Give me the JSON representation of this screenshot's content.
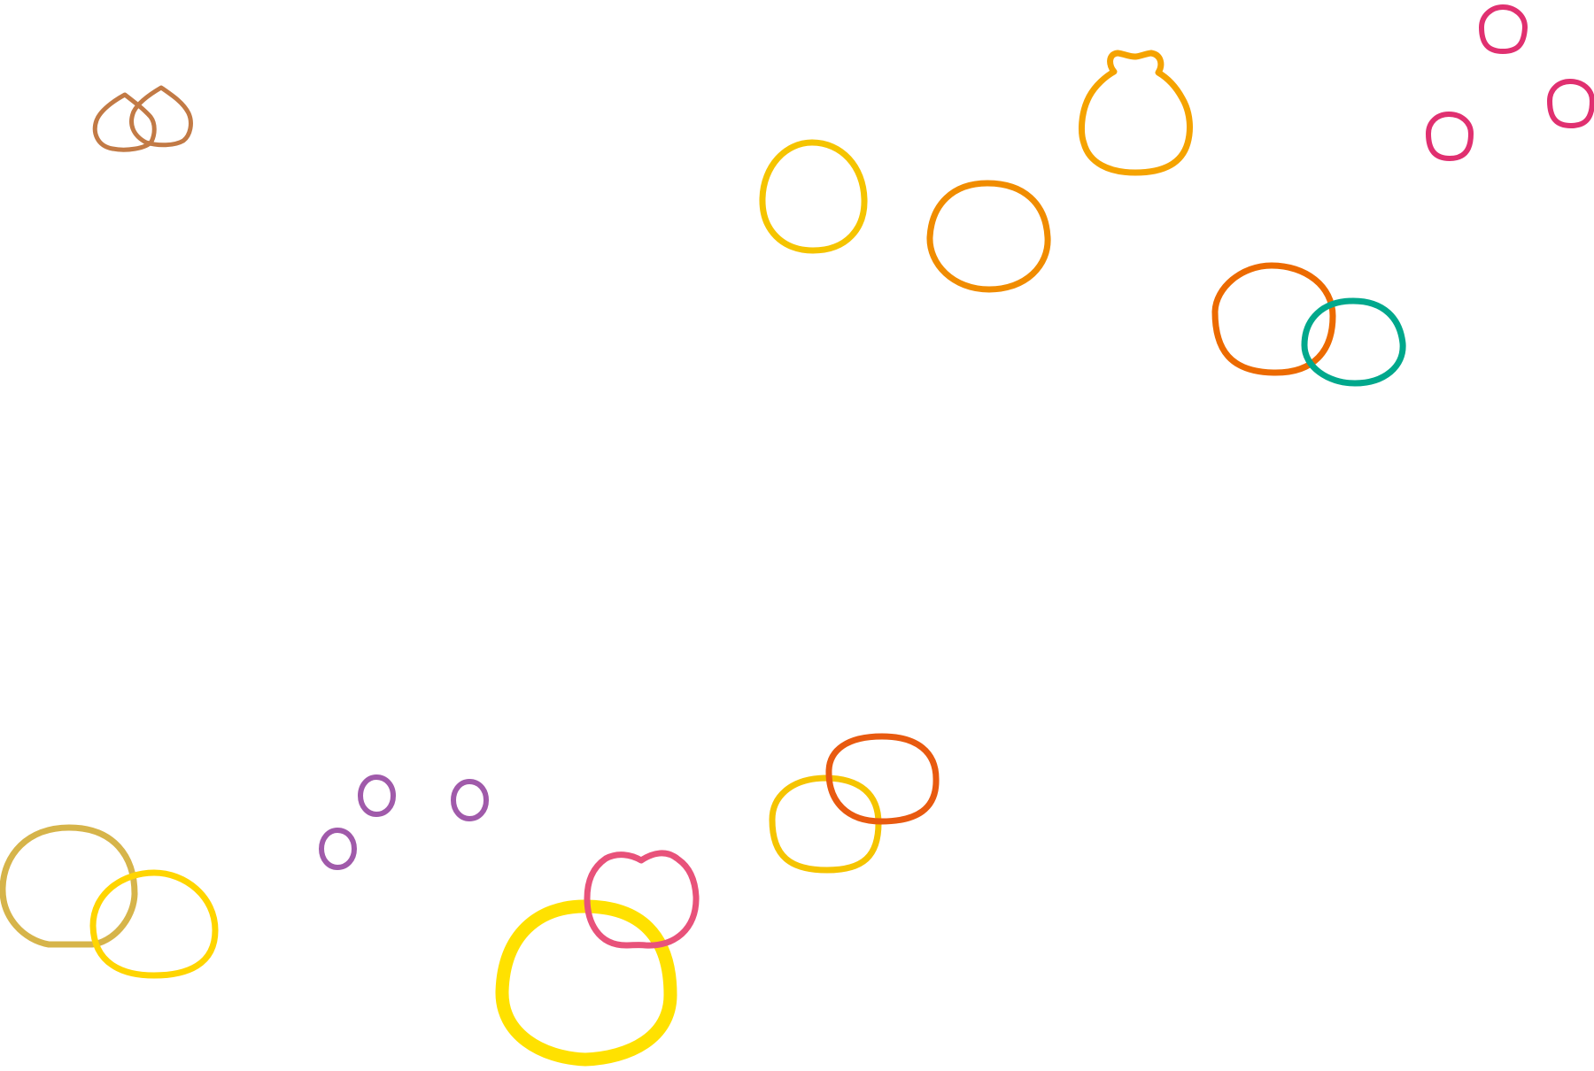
{
  "palette": {
    "chestnut": "#C27A45",
    "mustard": "#F5C400",
    "orange": "#F08C00",
    "amber": "#F5A300",
    "pink": "#E03070",
    "dark_orange": "#EC6A00",
    "teal": "#00A88C",
    "khaki": "#D6B44A",
    "yellow": "#FFD500",
    "purple": "#A05AAA",
    "rose": "#E8527A",
    "lemon": "#FFE100",
    "vermilion": "#E85A10"
  },
  "shapes": [
    {
      "name": "chestnut-outline-left",
      "icon": "chestnut-icon",
      "color": "chestnut"
    },
    {
      "name": "chestnut-outline-right",
      "icon": "chestnut-icon",
      "color": "chestnut"
    },
    {
      "name": "round-fruit-outline-mustard",
      "icon": "fruit-outline-icon",
      "color": "mustard"
    },
    {
      "name": "round-fruit-outline-orange",
      "icon": "fruit-outline-icon",
      "color": "orange"
    },
    {
      "name": "pouch-outline-amber",
      "icon": "pouch-outline-icon",
      "color": "amber"
    },
    {
      "name": "berry-outline-pink-top",
      "icon": "berry-outline-icon",
      "color": "pink"
    },
    {
      "name": "berry-outline-pink-left",
      "icon": "berry-outline-icon",
      "color": "pink"
    },
    {
      "name": "berry-outline-pink-right",
      "icon": "berry-outline-icon",
      "color": "pink"
    },
    {
      "name": "round-fruit-outline-dark-orange",
      "icon": "fruit-outline-icon",
      "color": "dark_orange"
    },
    {
      "name": "round-fruit-outline-teal",
      "icon": "fruit-outline-icon",
      "color": "teal"
    },
    {
      "name": "loaf-outline-khaki",
      "icon": "loaf-outline-icon",
      "color": "khaki"
    },
    {
      "name": "round-fruit-outline-yellow-left",
      "icon": "fruit-outline-icon",
      "color": "yellow"
    },
    {
      "name": "grape-outline-purple-1",
      "icon": "grape-outline-icon",
      "color": "purple"
    },
    {
      "name": "grape-outline-purple-2",
      "icon": "grape-outline-icon",
      "color": "purple"
    },
    {
      "name": "grape-outline-purple-3",
      "icon": "grape-outline-icon",
      "color": "purple"
    },
    {
      "name": "big-fruit-outline-lemon",
      "icon": "fruit-outline-icon",
      "color": "lemon"
    },
    {
      "name": "apple-outline-rose",
      "icon": "apple-outline-icon",
      "color": "rose"
    },
    {
      "name": "round-fruit-outline-yellow-right",
      "icon": "fruit-outline-icon",
      "color": "mustard"
    },
    {
      "name": "round-fruit-outline-vermilion",
      "icon": "fruit-outline-icon",
      "color": "vermilion"
    }
  ]
}
